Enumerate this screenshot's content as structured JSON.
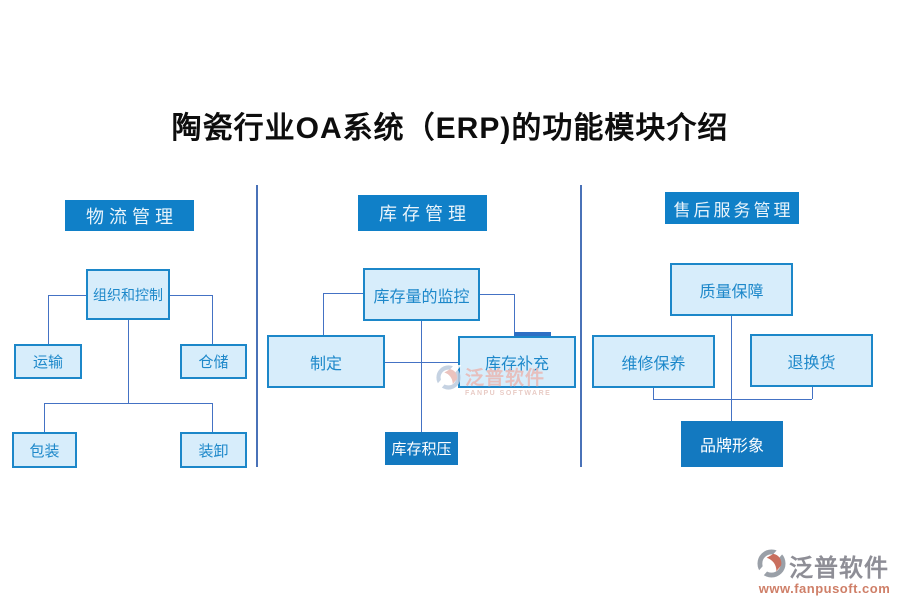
{
  "title": "陶瓷行业OA系统（ERP)的功能模块介绍",
  "colors": {
    "header_fill": "#1080c8",
    "node_fill": "#d7edfb",
    "node_border": "#1c87c9",
    "node_text": "#1d88ca",
    "dark_node_fill": "#1379c0",
    "connector": "#4472c4",
    "watermark_pink": "#e9b7b3",
    "logo_gray": "#8e8e96",
    "logo_url_orange": "#cf7f68"
  },
  "sections": {
    "logistics": {
      "header": "物流管理",
      "nodes": {
        "organization": "组织和控制",
        "transport": "运输",
        "warehousing": "仓储",
        "packaging": "包装",
        "loading": "装卸"
      }
    },
    "inventory": {
      "header": "库存管理",
      "nodes": {
        "monitoring": "库存量的监控",
        "formulate": "制定",
        "replenishment": "库存补充",
        "backlog": "库存积压"
      }
    },
    "aftersales": {
      "header": "售后服务管理",
      "nodes": {
        "quality": "质量保障",
        "maintenance": "维修保养",
        "returns": "退换货",
        "brand": "品牌形象"
      }
    }
  },
  "watermark": {
    "brand": "泛普软件",
    "sub": "FANPU SOFTWARE"
  },
  "logo": {
    "brand": "泛普软件",
    "url": "www.fanpusoft.com"
  }
}
